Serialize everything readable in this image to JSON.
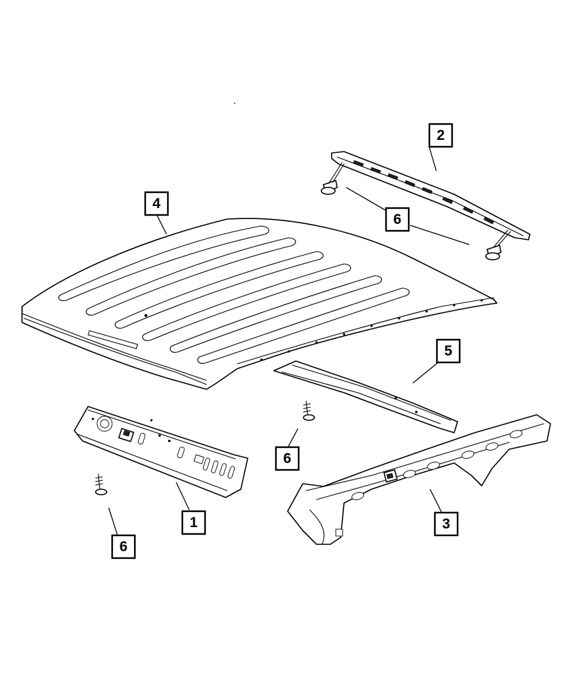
{
  "callouts": {
    "c1": "1",
    "c2": "2",
    "c3": "3",
    "c4": "4",
    "c5": "5",
    "c6a": "6",
    "c6b": "6",
    "c6c": "6"
  },
  "colors": {
    "line": "#000000",
    "background": "#ffffff"
  }
}
